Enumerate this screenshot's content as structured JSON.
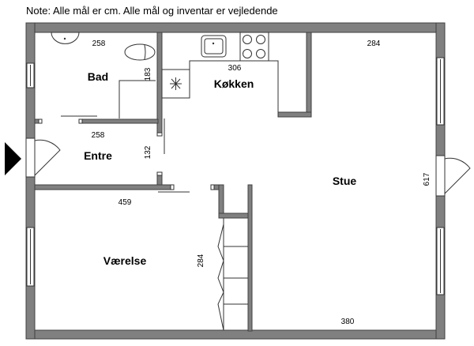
{
  "note": "Note: Alle mål er cm. Alle mål og inventar er vejledende",
  "rooms": {
    "bad": "Bad",
    "entre": "Entre",
    "kokken": "Køkken",
    "stue": "Stue",
    "vaerelse": "Værelse"
  },
  "dimensions": {
    "bad_width": "258",
    "bad_height": "183",
    "entre_width": "258",
    "entre_height": "132",
    "kokken_width": "306",
    "stue_top_width": "284",
    "stue_height": "617",
    "vaerelse_width": "459",
    "vaerelse_height": "284",
    "stue_bottom_width": "380"
  },
  "colors": {
    "wall": "#808080",
    "entrance_marker": "#000000"
  }
}
